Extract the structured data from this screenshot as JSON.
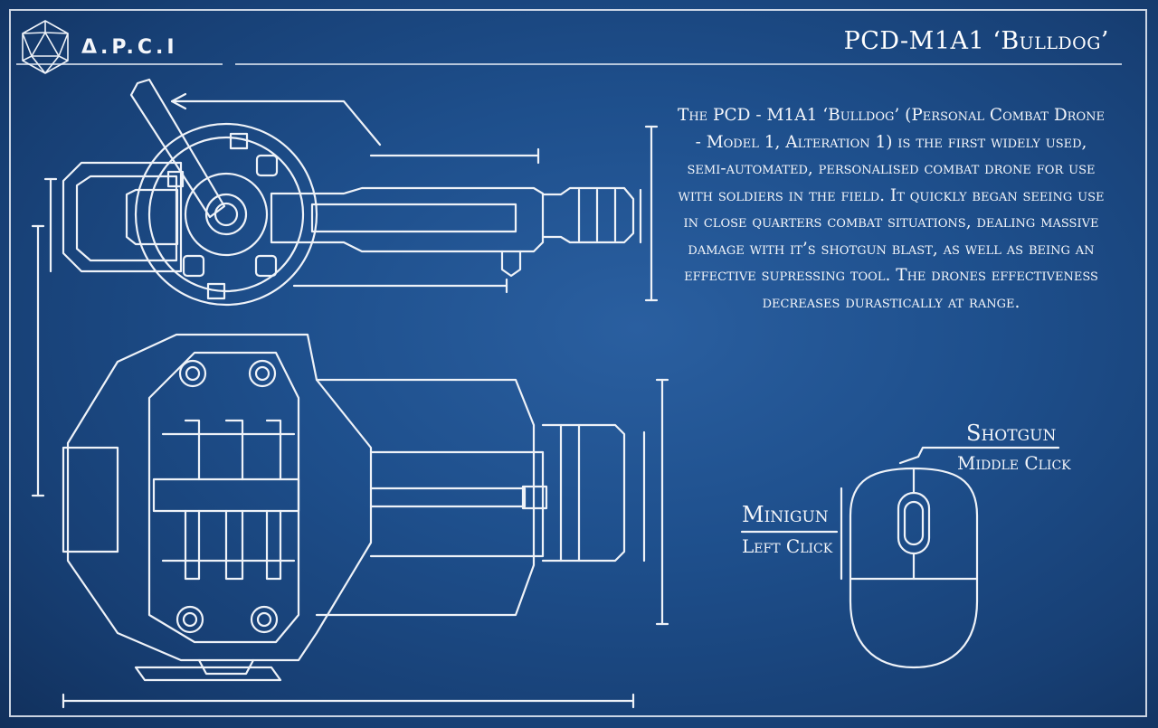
{
  "brand": {
    "logo_text": "Δ.P.C.I",
    "logo_icon": "icosahedron-icon"
  },
  "title": "PCD-M1A1 ‘Bulldog’",
  "description": "The PCD - M1A1 ‘Bulldog’ (Personal Combat Drone - Model 1, Alteration 1) is the first widely used, semi-automated, personalised combat drone for use with soldiers in the field. It quickly began seeing use in close quarters combat situations, dealing massive damage with it’s shotgun blast, as well as being an effective supressing tool. The drones effectiveness decreases durastically at range.",
  "controls": {
    "shotgun": {
      "weapon": "Shotgun",
      "input": "Middle Click"
    },
    "minigun": {
      "weapon": "Minigun",
      "input": "Left Click"
    }
  },
  "colors": {
    "background": "#1e4f8c",
    "line": "#eef2f8"
  }
}
